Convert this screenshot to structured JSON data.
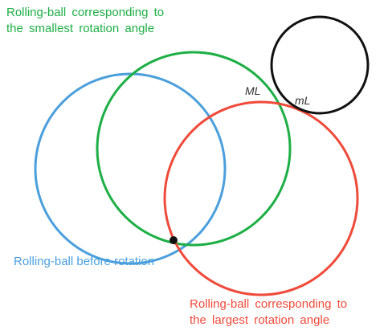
{
  "colors": {
    "blue": "#4a9fdc",
    "green": "#1daf45",
    "red": "#ef4a3a",
    "black": "#111111",
    "label_dark": "#333333"
  },
  "labels": {
    "smallest_line1": "Rolling-ball corresponding to",
    "smallest_line2": "the smallest rotation angle",
    "before_rotation": "Rolling-ball before rotation",
    "largest_line1": "Rolling-ball corresponding to",
    "largest_line2": "the largest rotation angle"
  },
  "points": {
    "ML": "ML",
    "mL": "mL"
  }
}
